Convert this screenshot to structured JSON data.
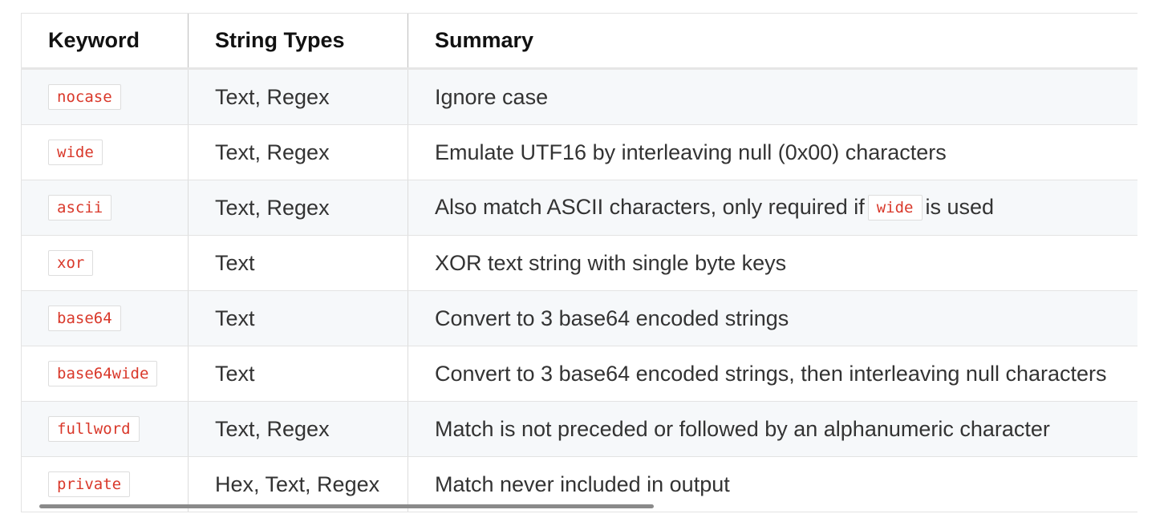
{
  "table": {
    "headers": [
      "Keyword",
      "String Types",
      "Summary"
    ],
    "rows": [
      {
        "keyword": "nocase",
        "types": "Text, Regex",
        "summary": "Ignore case"
      },
      {
        "keyword": "wide",
        "types": "Text, Regex",
        "summary": "Emulate UTF16 by interleaving null (0x00) characters"
      },
      {
        "keyword": "ascii",
        "types": "Text, Regex",
        "summary_before": "Also match ASCII characters, only required if",
        "summary_code": "wide",
        "summary_after": "is used"
      },
      {
        "keyword": "xor",
        "types": "Text",
        "summary": "XOR text string with single byte keys"
      },
      {
        "keyword": "base64",
        "types": "Text",
        "summary": "Convert to 3 base64 encoded strings"
      },
      {
        "keyword": "base64wide",
        "types": "Text",
        "summary": "Convert to 3 base64 encoded strings, then interleaving null characters"
      },
      {
        "keyword": "fullword",
        "types": "Text, Regex",
        "summary": "Match is not preceded or followed by an alphanumeric character"
      },
      {
        "keyword": "private",
        "types": "Hex, Text, Regex",
        "summary": "Match never included in output"
      }
    ]
  },
  "colors": {
    "code_text": "#d9382a",
    "stripe": "#f6f8fa"
  }
}
